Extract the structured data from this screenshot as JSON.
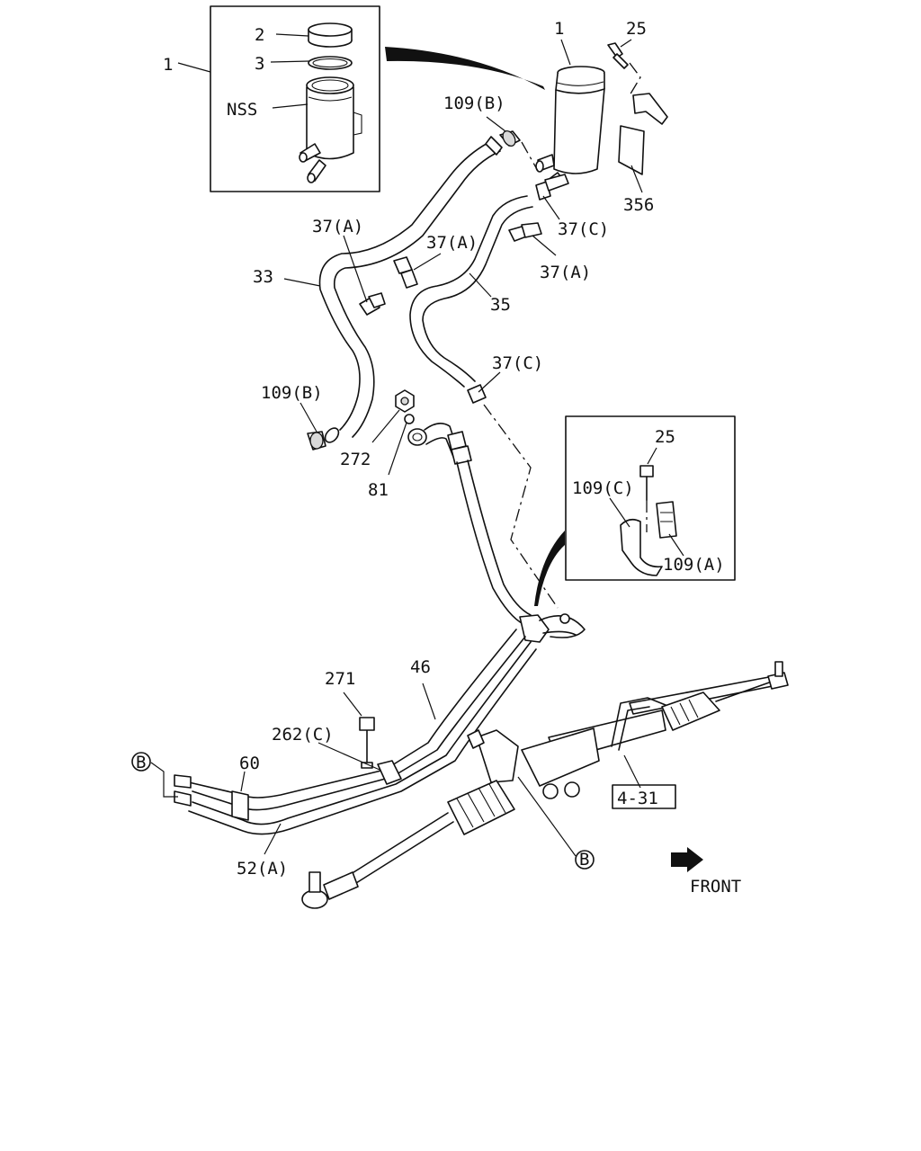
{
  "labels": {
    "l_1_inset": "1",
    "l_2": "2",
    "l_3": "3",
    "l_nss": "NSS",
    "l_1_main": "1",
    "l_25_top": "25",
    "l_109b_top": "109(B)",
    "l_356": "356",
    "l_37c_top": "37(C)",
    "l_37a_left": "37(A)",
    "l_37a_mid": "37(A)",
    "l_37a_right": "37(A)",
    "l_33": "33",
    "l_35": "35",
    "l_37c_mid": "37(C)",
    "l_109b_bottom": "109(B)",
    "l_272": "272",
    "l_81": "81",
    "l_25_inset": "25",
    "l_109c": "109(C)",
    "l_109a": "109(A)",
    "l_271": "271",
    "l_46": "46",
    "l_262c": "262(C)",
    "l_60": "60",
    "l_b_left": "B",
    "l_52a": "52(A)",
    "l_431": "4-31",
    "l_b_bottom": "B",
    "l_front": "FRONT"
  }
}
